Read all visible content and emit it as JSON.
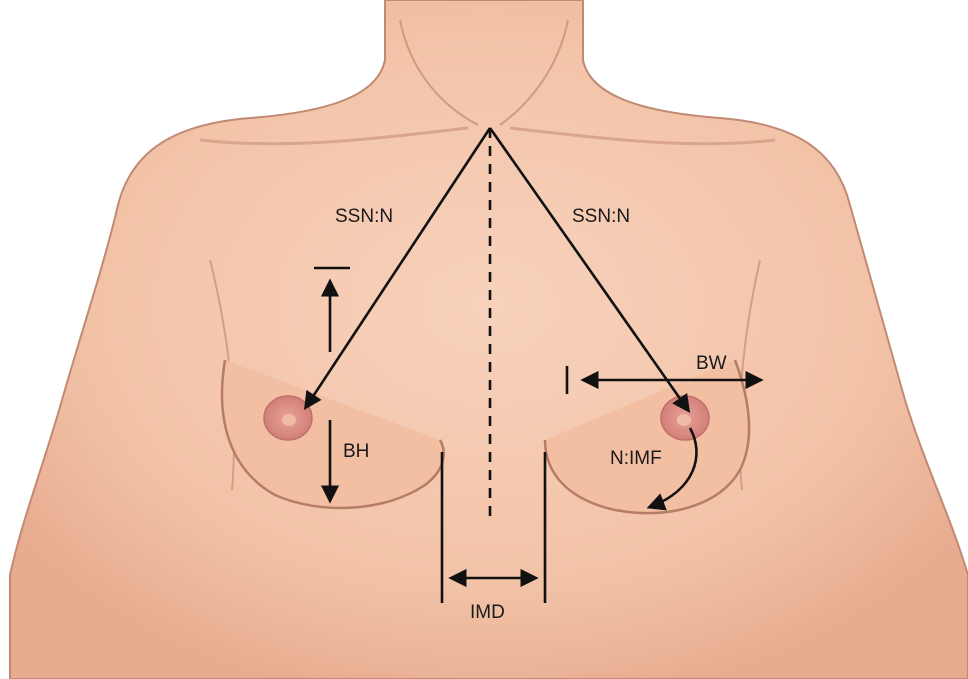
{
  "diagram": {
    "labels": {
      "ssn_n_left": "SSN:N",
      "ssn_n_right": "SSN:N",
      "bh": "BH",
      "bw": "BW",
      "n_imf": "N:IMF",
      "imd": "IMD"
    },
    "colors": {
      "skin": "#f3c4aa",
      "skin_shadow": "#e2a388",
      "outline": "#b57c66",
      "areola": "#d98c84",
      "nipple": "#f0bca6",
      "measure_line": "#111111"
    }
  }
}
